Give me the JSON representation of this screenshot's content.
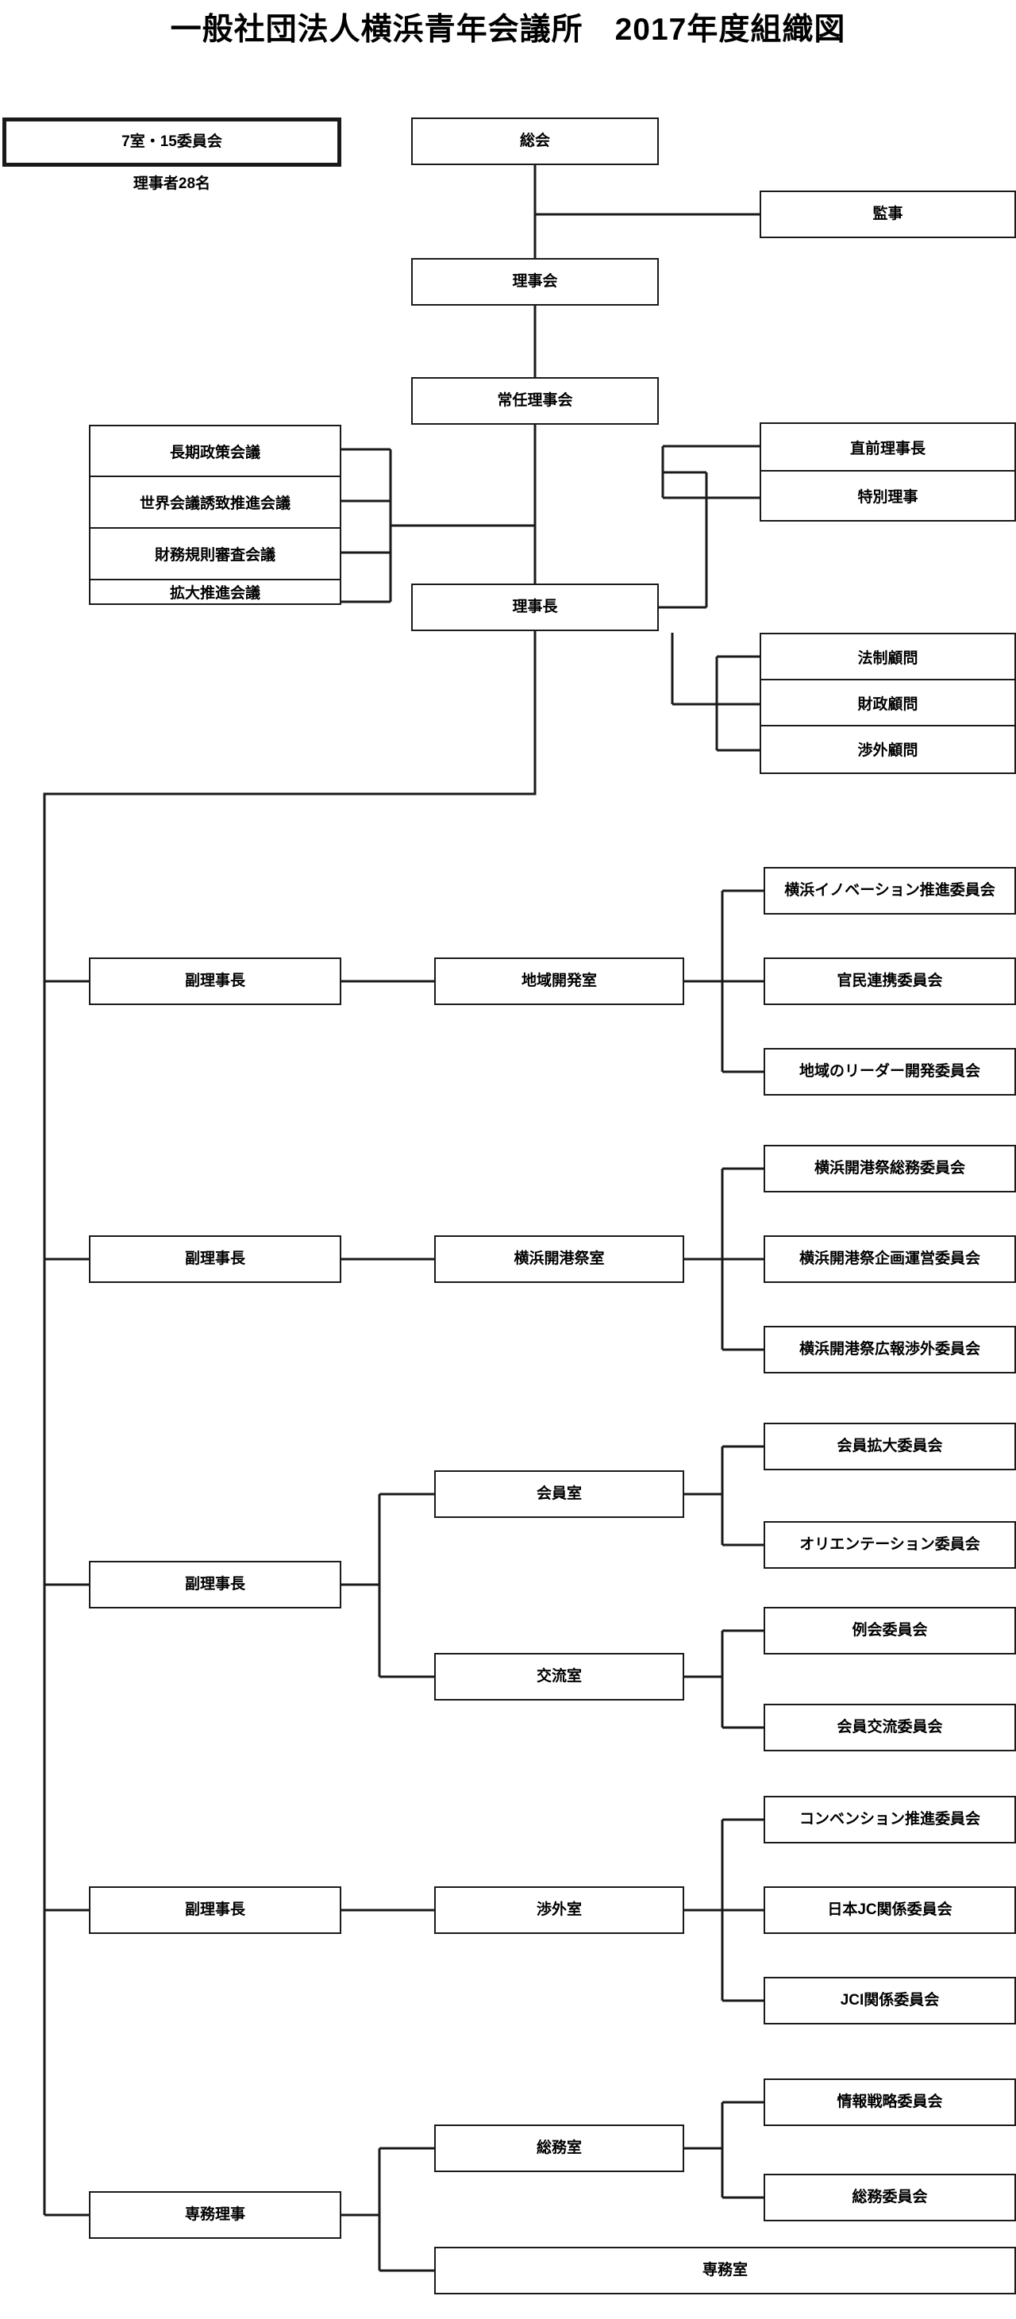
{
  "title": "一般社団法人横浜青年会議所　2017年度組織図",
  "legend": {
    "box_label": "7室・15委員会",
    "caption": "理事者28名"
  },
  "governance": {
    "general_meeting": "総会",
    "auditor": "監事",
    "board_of_directors": "理事会",
    "standing_board": "常任理事会",
    "president": "理事長"
  },
  "councils": [
    {
      "label": "長期政策会議"
    },
    {
      "label": "世界会議誘致推進会議"
    },
    {
      "label": "財務規則審査会議"
    },
    {
      "label": "拡大推進会議"
    }
  ],
  "special_officers": [
    {
      "label": "直前理事長"
    },
    {
      "label": "特別理事"
    }
  ],
  "advisors": [
    {
      "label": "法制顧問"
    },
    {
      "label": "財政顧問"
    },
    {
      "label": "渉外顧問"
    }
  ],
  "divisions": [
    {
      "officer": "副理事長",
      "rooms": [
        {
          "name": "地域開発室",
          "committees": [
            "横浜イノベーション推進委員会",
            "官民連携委員会",
            "地域のリーダー開発委員会"
          ]
        }
      ]
    },
    {
      "officer": "副理事長",
      "rooms": [
        {
          "name": "横浜開港祭室",
          "committees": [
            "横浜開港祭総務委員会",
            "横浜開港祭企画運営委員会",
            "横浜開港祭広報渉外委員会"
          ]
        }
      ]
    },
    {
      "officer": "副理事長",
      "rooms": [
        {
          "name": "会員室",
          "committees": [
            "会員拡大委員会",
            "オリエンテーション委員会"
          ]
        },
        {
          "name": "交流室",
          "committees": [
            "例会委員会",
            "会員交流委員会"
          ]
        }
      ]
    },
    {
      "officer": "副理事長",
      "rooms": [
        {
          "name": "渉外室",
          "committees": [
            "コンベンション推進委員会",
            "日本JC関係委員会",
            "JCI関係委員会"
          ]
        }
      ]
    },
    {
      "officer": "専務理事",
      "rooms": [
        {
          "name": "総務室",
          "committees": [
            "情報戦略委員会",
            "総務委員会"
          ]
        },
        {
          "name": "専務室",
          "committees": []
        }
      ]
    }
  ],
  "colors": {
    "line": "#1a1a1a",
    "background": "#ffffff",
    "text": "#000000"
  }
}
